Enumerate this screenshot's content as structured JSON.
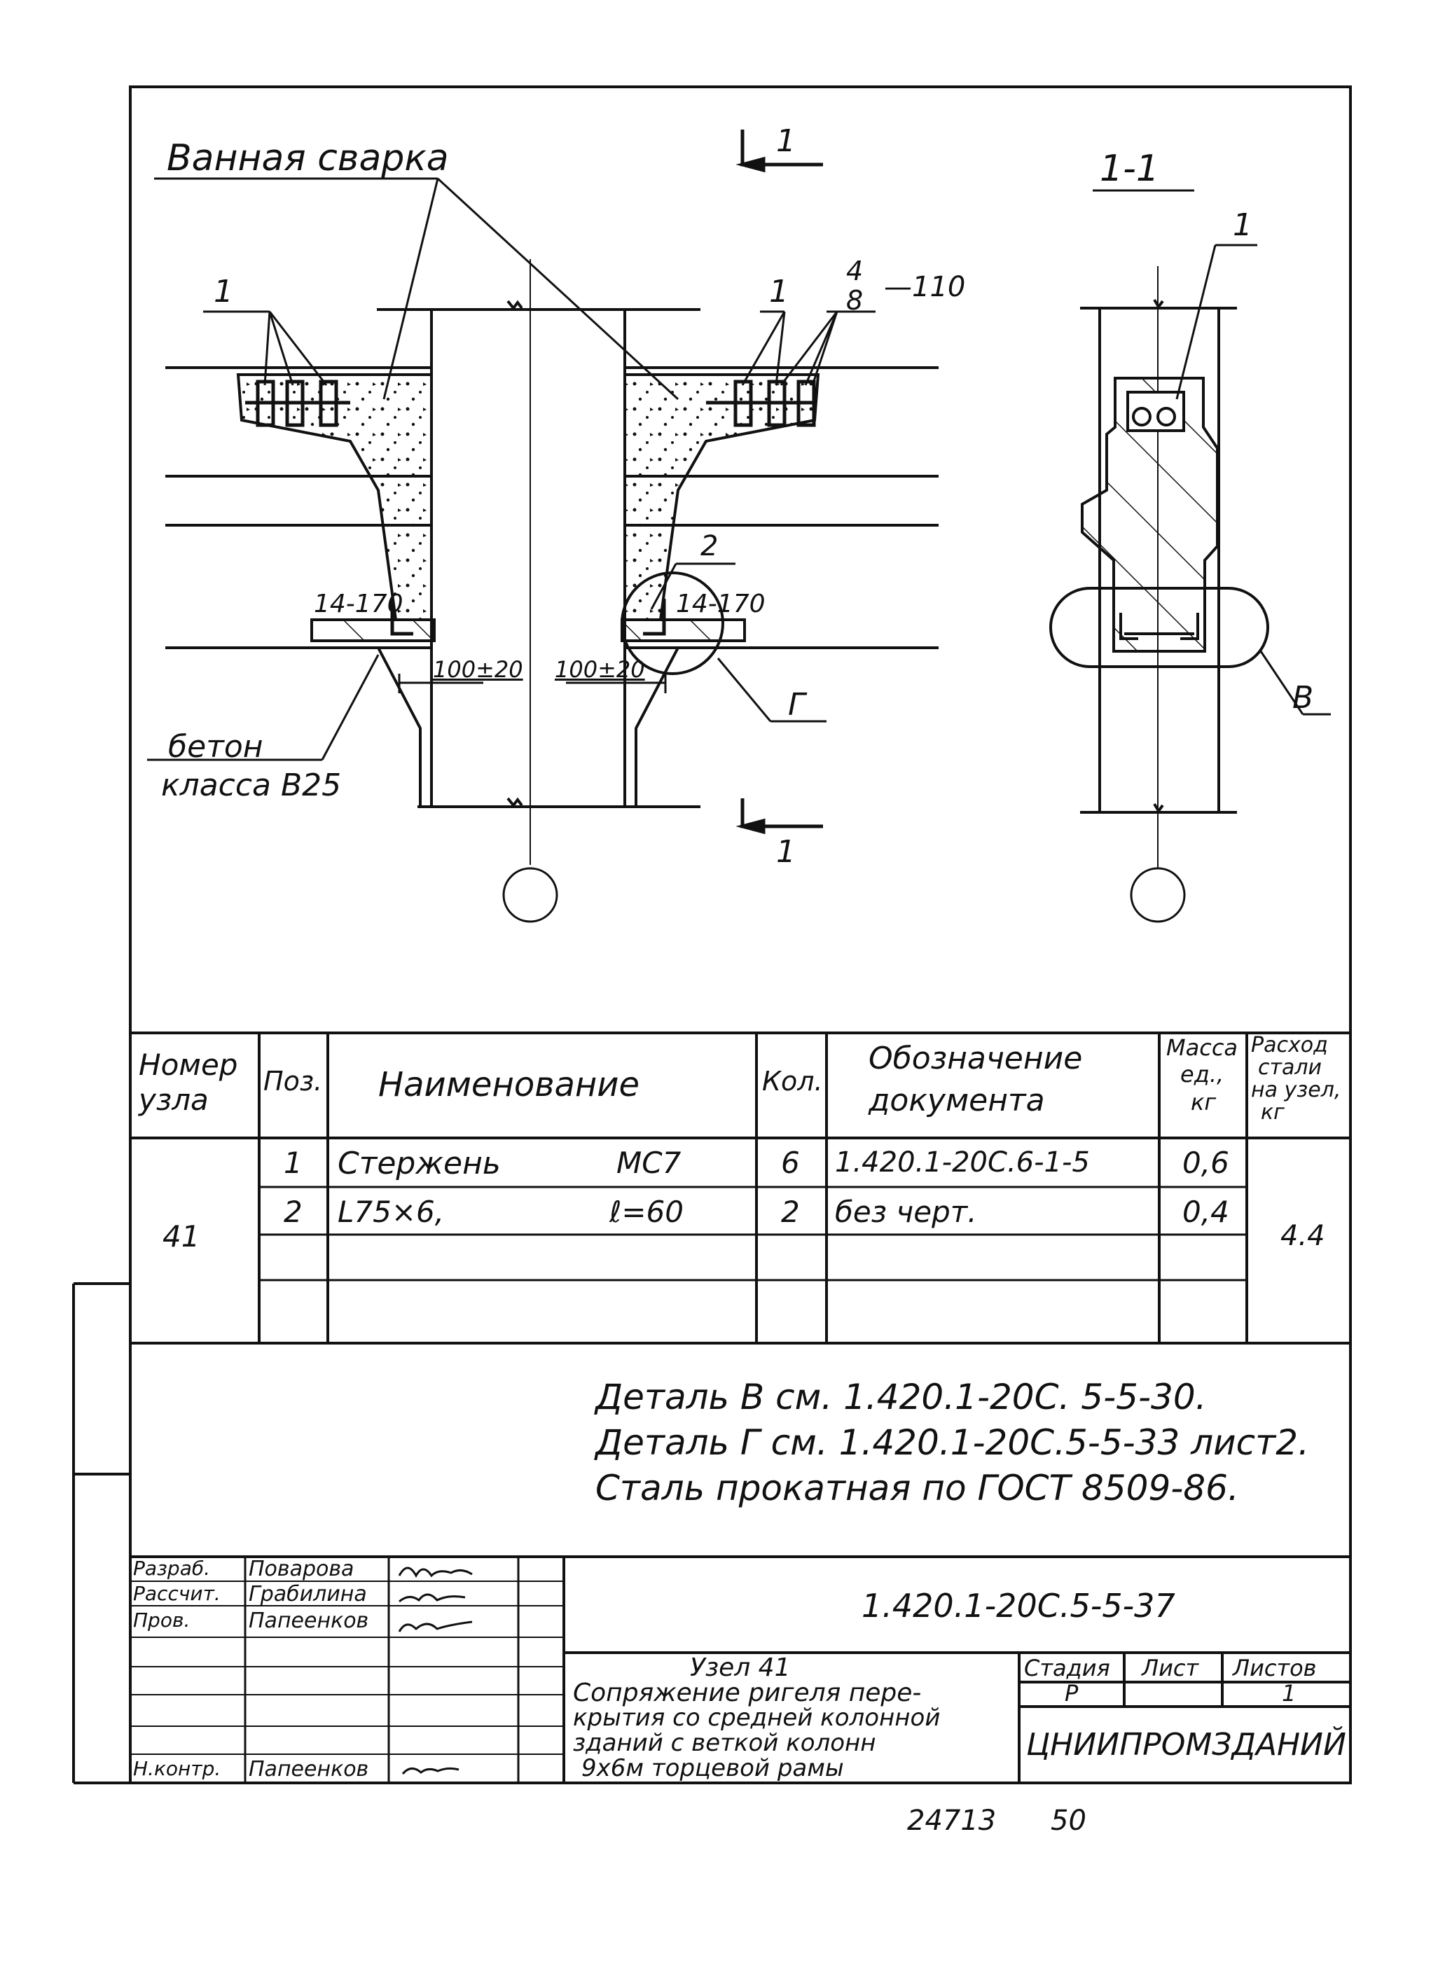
{
  "drawing": {
    "label_weld": "Ванная сварка",
    "label_concrete_1": "бетон",
    "label_concrete_2": "класса В25",
    "section_mark": "1",
    "section_title": "1-1",
    "pos_1": "1",
    "pos_2": "2",
    "pos_4_frac_top": "4",
    "pos_8_frac_bottom": "8",
    "weld_spec_top": "—110",
    "weld_spec_left": "14-170",
    "weld_spec_right": "14-170",
    "gap_left": "100±20",
    "gap_right": "100±20",
    "detail_G": "Г",
    "detail_V": "В"
  },
  "spec_table": {
    "headers": {
      "node_no": [
        "Номер",
        "узла"
      ],
      "pos": "Поз.",
      "name": "Наименование",
      "qty": "Кол.",
      "doc": [
        "Обозначение",
        "документа"
      ],
      "mass": [
        "Масса",
        "ед.,",
        "кг"
      ],
      "steel": [
        "Расход",
        "стали",
        "на узел,",
        "кг"
      ]
    },
    "node": "41",
    "total_steel": "4.4",
    "rows": [
      {
        "pos": "1",
        "name": "Стержень",
        "mark": "МС7",
        "qty": "6",
        "doc": "1.420.1-20С.6-1-5",
        "mass": "0,6"
      },
      {
        "pos": "2",
        "name": "L75×6,",
        "mark": "ℓ=60",
        "qty": "2",
        "doc": "без черт.",
        "mass": "0,4"
      }
    ]
  },
  "notes": [
    "Деталь В см. 1.420.1-20С. 5-5-30.",
    "Деталь Г см. 1.420.1-20С.5-5-33 лист2.",
    "Сталь прокатная по ГОСТ 8509-86."
  ],
  "title_block": {
    "roles": [
      "Разраб.",
      "Рассчит.",
      "Пров.",
      "",
      "",
      "",
      "Н.контр."
    ],
    "names": [
      "Поварова",
      "Грабилина",
      "Папеенков",
      "",
      "",
      "",
      "Папеенков"
    ],
    "doc_code": "1.420.1-20С.5-5-37",
    "title_lines": [
      "Узел 41",
      "Сопряжение ригеля пере-",
      "крытия со средней колонной",
      "зданий с веткой колонн",
      "9х6м торцевой рамы"
    ],
    "stage_label": "Стадия",
    "sheet_label": "Лист",
    "sheets_label": "Листов",
    "stage": "Р",
    "sheet": "",
    "sheets": "1",
    "org": "ЦНИИПРОМЗДАНИЙ"
  },
  "footer": {
    "inv": "24713",
    "page": "50"
  }
}
